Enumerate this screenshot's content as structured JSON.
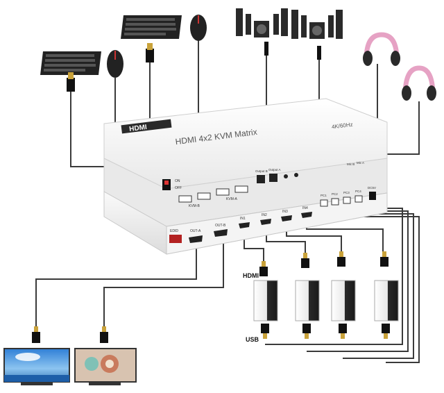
{
  "device": {
    "logo": "HDMI",
    "title": "HDMI 4x2 KVM Matrix",
    "resolution": "4K/60Hz",
    "power_on": "ON",
    "power_off": "OFF",
    "kvm_b": "KVM-B",
    "kvm_a": "KVM-A",
    "output_b": "Output B",
    "output_a": "Output A",
    "mic_b": "Mic B",
    "mic_a": "Mic A",
    "edid": "EDID",
    "out_a": "OUT-A",
    "out_b": "OUT-B",
    "in1": "IN1",
    "in2": "IN2",
    "in3": "IN3",
    "in4": "IN4",
    "pc1": "PC1",
    "pc2": "PC2",
    "pc3": "PC3",
    "pc4": "PC4",
    "dc": "DC5V"
  },
  "labels": {
    "hdmi": "HDMI",
    "usb": "USB"
  },
  "colors": {
    "device_body": "#efefef",
    "device_front": "#f7f7f7",
    "cable": "#3a3a3a",
    "headphone": "#e6a2c4",
    "connector_gold": "#c9a23a"
  }
}
